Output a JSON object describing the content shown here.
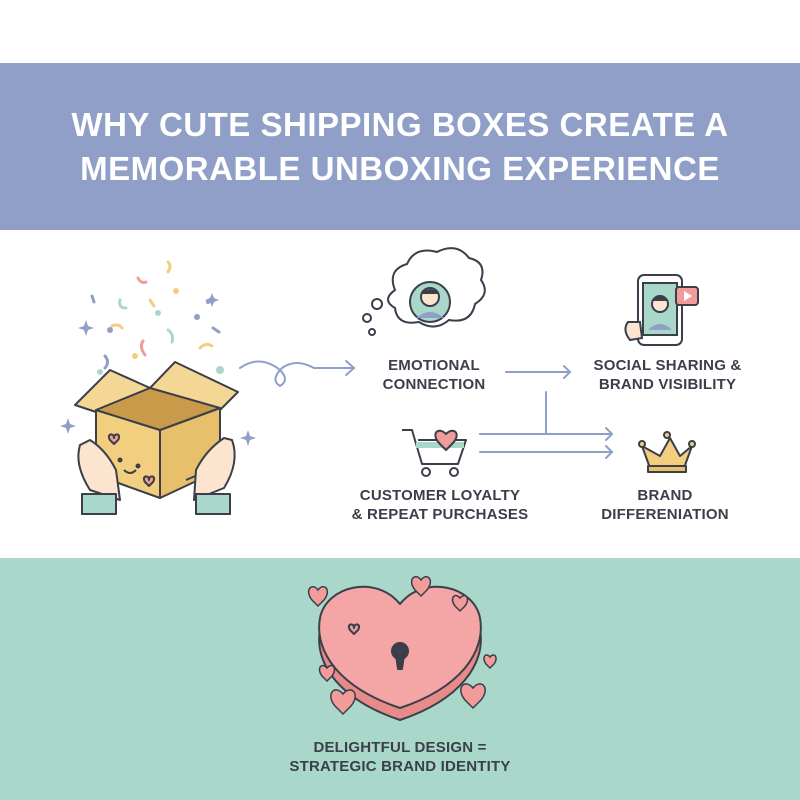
{
  "title": {
    "line1": "WHY CUTE SHIPPING BOXES CREATE A",
    "line2": "MEMORABLE UNBOXING EXPERIENCE"
  },
  "nodes": {
    "emotional": {
      "line1": "EMOTIONAL",
      "line2": "CONNECTION",
      "icon": "thought-bubble-face-icon"
    },
    "social": {
      "line1": "SOCIAL SHARING &",
      "line2": "BRAND VISIBILITY",
      "icon": "phone-video-icon"
    },
    "loyalty": {
      "line1": "CUSTOMER LOYALTY",
      "line2": "& REPEAT PURCHASES",
      "icon": "shopping-cart-heart-icon"
    },
    "brand": {
      "line1": "BRAND",
      "line2": "DIFFERENIATION",
      "icon": "crown-icon"
    }
  },
  "footer": {
    "line1": "DELIGHTFUL DESIGN =",
    "line2": "STRATEGIC BRAND IDENTITY",
    "icon": "heart-lock-icon"
  },
  "colors": {
    "banner": "#8f9fc8",
    "footer_bg": "#a9d8cb",
    "box": "#f2cf7f",
    "heart": "#f29b9b",
    "arrow": "#8f9fc8"
  }
}
